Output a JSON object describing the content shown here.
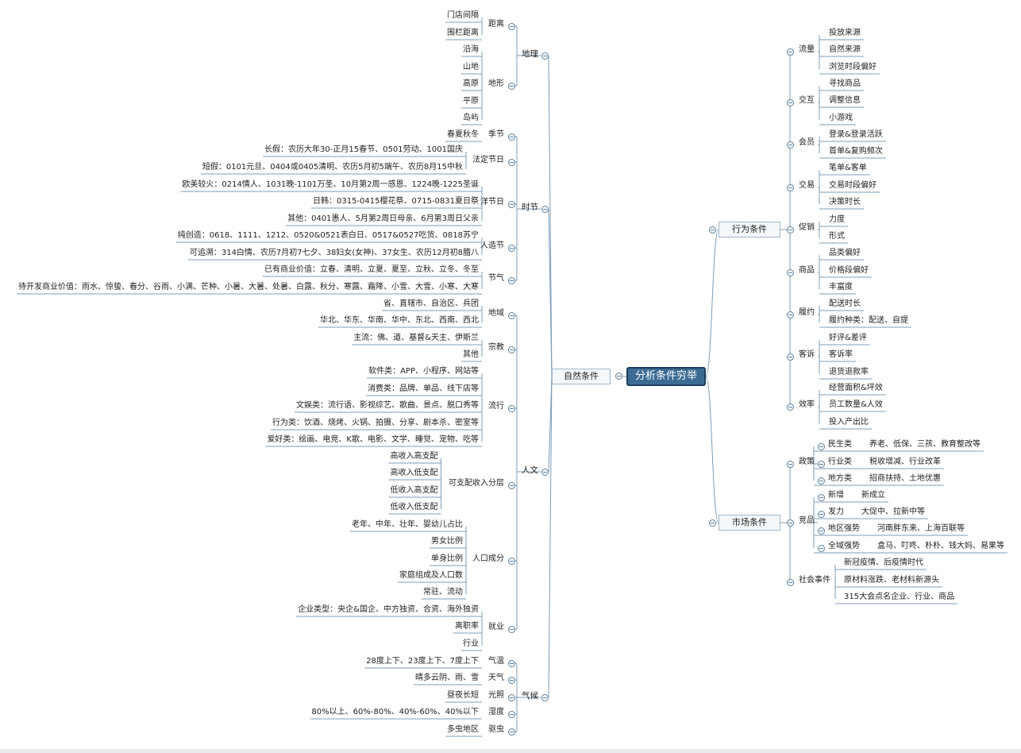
{
  "root": "分析条件穷举",
  "left_branch": "自然条件",
  "right_branches": [
    "行为条件",
    "市场条件"
  ],
  "natural": [
    {
      "label": "地理",
      "groups": [
        {
          "label": "距离",
          "items": [
            "门店间隔",
            "围栏距离"
          ]
        },
        {
          "label": "地形",
          "items": [
            "沿海",
            "山地",
            "高原",
            "平原",
            "岛屿"
          ]
        }
      ]
    },
    {
      "label": "时节",
      "groups": [
        {
          "label": "季节",
          "items": [
            "春夏秋冬"
          ]
        },
        {
          "label": "法定节日",
          "items": [
            "长假：农历大年30-正月15春节、0501劳动、1001国庆",
            "短假：0101元旦、0404或0405清明、农历5月初5端午、农历8月15中秋"
          ]
        },
        {
          "label": "洋节日",
          "items": [
            "欧美较火：0214情人、1031晚-1101万圣、10月第2周一感恩、1224晚-1225圣诞",
            "日韩：0315-0415樱花祭、0715-0831夏日祭",
            "其他：0401愚人、5月第2周日母亲、6月第3周日父亲"
          ]
        },
        {
          "label": "人造节",
          "items": [
            "纯创造：0618、1111、1212、0520&0521表白日、0517&0527吃货、0818苏宁",
            "可追溯：314白情、农历7月初7七夕、38妇女(女神)、37女生、农历12月初8腊八"
          ]
        },
        {
          "label": "节气",
          "items": [
            "已有商业价值：立春、清明、立夏、夏至、立秋、立冬、冬至",
            "待开发商业价值：雨水、惊蛰、春分、谷雨、小满、芒种、小暑、大暑、处暑、白露、秋分、寒露、霜降、小雪、大雪、小寒、大寒"
          ]
        }
      ]
    },
    {
      "label": "人文",
      "groups": [
        {
          "label": "地域",
          "items": [
            "省、直辖市、自治区、兵团",
            "华北、华东、华南、华中、东北、西南、西北"
          ]
        },
        {
          "label": "宗教",
          "items": [
            "主流：佛、道、基督&天主、伊斯兰",
            "其他"
          ]
        },
        {
          "label": "流行",
          "items": [
            "软件类：APP、小程序、网站等",
            "消费类：品牌、单品、线下店等",
            "文娱类：流行语、影视综艺、歌曲、景点、脱口秀等",
            "行为类：饮酒、烧烤、火锅、拍摄、分享、剧本杀、密室等",
            "爱好类：绘画、电竞、K歌、电影、文学、睡觉、宠物、吃等"
          ]
        },
        {
          "label": "可支配收入分层",
          "items": [
            "高收入高支配",
            "高收入低支配",
            "低收入高支配",
            "低收入低支配"
          ]
        },
        {
          "label": "人口成分",
          "items": [
            "老年、中年、壮年、婴幼儿占比",
            "男女比例",
            "单身比例",
            "家庭组成及人口数",
            "常驻、流动"
          ]
        },
        {
          "label": "就业",
          "items": [
            "企业类型：央企&国企、中方独资、合资、海外独资",
            "离职率",
            "行业"
          ]
        }
      ]
    },
    {
      "label": "气候",
      "groups": [
        {
          "label": "气温",
          "items": [
            "28度上下、23度上下、7度上下"
          ]
        },
        {
          "label": "天气",
          "items": [
            "晴多云阴、雨、雪"
          ]
        },
        {
          "label": "光照",
          "items": [
            "昼夜长短"
          ]
        },
        {
          "label": "湿度",
          "items": [
            "80%以上、60%-80%、40%-60%、40%以下"
          ]
        },
        {
          "label": "驱虫",
          "items": [
            "多虫地区"
          ]
        }
      ]
    }
  ],
  "behavior": [
    {
      "label": "流量",
      "items": [
        "投放来源",
        "自然来源",
        "浏览时段偏好"
      ]
    },
    {
      "label": "交互",
      "items": [
        "寻找商品",
        "调整信息",
        "小游戏"
      ]
    },
    {
      "label": "会员",
      "items": [
        "登录&登录活跃",
        "首单&复购频次"
      ]
    },
    {
      "label": "交易",
      "items": [
        "笔单&客单",
        "交易时段偏好",
        "决策时长"
      ]
    },
    {
      "label": "促销",
      "items": [
        "力度",
        "形式"
      ]
    },
    {
      "label": "商品",
      "items": [
        "品类偏好",
        "价格段偏好",
        "丰富度"
      ]
    },
    {
      "label": "履约",
      "items": [
        "配送时长",
        "履约种类：配送、自提"
      ]
    },
    {
      "label": "客诉",
      "items": [
        "好评&差评",
        "客诉率",
        "退货退款率"
      ]
    },
    {
      "label": "效率",
      "items": [
        "经营面积&坪效",
        "员工数量&人效",
        "投入产出比"
      ]
    }
  ],
  "market": [
    {
      "label": "政策",
      "subs": [
        {
          "label": "民生类",
          "detail": "养老、低保、三孩、教育整改等"
        },
        {
          "label": "行业类",
          "detail": "税收增减、行业改革"
        },
        {
          "label": "地方类",
          "detail": "招商扶持、土地优惠"
        }
      ]
    },
    {
      "label": "竞品",
      "subs": [
        {
          "label": "新增",
          "detail": "新成立"
        },
        {
          "label": "发力",
          "detail": "大促中、拉新中等"
        },
        {
          "label": "地区强势",
          "detail": "河南胖东来、上海百联等"
        },
        {
          "label": "全域强势",
          "detail": "盒马、叮咚、朴朴、钱大妈、易果等"
        }
      ]
    },
    {
      "label": "社会事件",
      "items": [
        "新冠疫情、后疫情时代",
        "原材料涨跌、老材料新源头",
        "315大会点名企业、行业、商品"
      ]
    }
  ],
  "colors": {
    "line": "#7d9cb8",
    "root_fill": "#3b6b93",
    "node_border": "#9fb7cc"
  }
}
